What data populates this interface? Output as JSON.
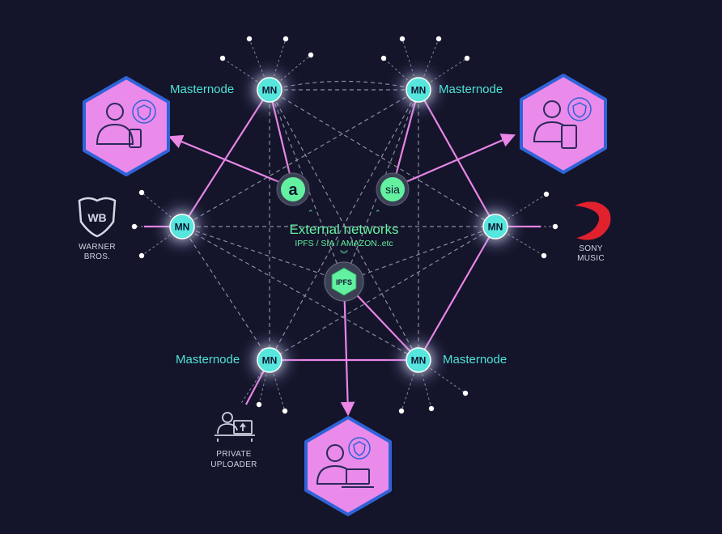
{
  "masternode_caption": "Masternode",
  "mn_label": "MN",
  "external": {
    "title": "External networks",
    "subtitle": "IPFS / SIA / AMAZON..etc",
    "amazon_letter": "a",
    "sia_label": "sia",
    "ipfs_label": "IPFS"
  },
  "brands": {
    "warner_line1": "WARNER",
    "warner_line2": "BROS.",
    "warner_logo": "WB",
    "sony_line1": "SONY",
    "sony_line2": "MUSIC"
  },
  "uploader": {
    "line1": "PRIVATE",
    "line2": "UPLOADER"
  },
  "colors": {
    "background": "#14142a",
    "pink_link": "#e986e6",
    "dashed_link": "#9fa3b6",
    "node_fill": "#56e6de",
    "caption": "#4fe3d6",
    "external_green": "#63f0a0",
    "user_hex_fill": "#ea8aea",
    "user_hex_border": "#2f63d8"
  },
  "icons": [
    "user-device-icon",
    "shield-badge-icon",
    "tablet-icon",
    "laptop-icon",
    "warner-bros-logo",
    "sony-music-logo",
    "private-uploader-icon"
  ]
}
